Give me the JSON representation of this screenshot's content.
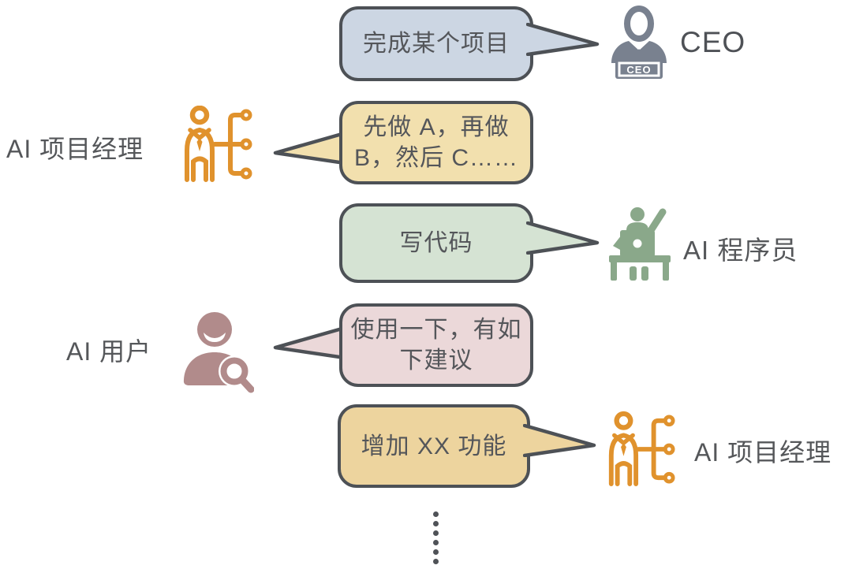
{
  "rows": [
    {
      "bubble": {
        "text": "完成某个项目",
        "fill": "#ccd6e3"
      },
      "actor": {
        "label": "CEO",
        "badge": "CEO",
        "color": "#79818f",
        "icon": "ceo-icon"
      }
    },
    {
      "bubble": {
        "text": "先做 A，再做\nB，然后 C……",
        "fill": "#f2e0ae"
      },
      "actor": {
        "label": "AI 项目经理",
        "color": "#e0922d",
        "icon": "project-manager-icon"
      }
    },
    {
      "bubble": {
        "text": "写代码",
        "fill": "#d5e3d3"
      },
      "actor": {
        "label": "AI 程序员",
        "color": "#8aa88a",
        "icon": "programmer-icon"
      }
    },
    {
      "bubble": {
        "text": "使用一下，有如\n下建议",
        "fill": "#ebd8d9"
      },
      "actor": {
        "label": "AI 用户",
        "color": "#b18b8b",
        "icon": "user-icon"
      }
    },
    {
      "bubble": {
        "text": "增加 XX 功能",
        "fill": "#edd49e"
      },
      "actor": {
        "label": "AI 项目经理",
        "color": "#e0922d",
        "icon": "project-manager-icon"
      }
    }
  ],
  "colors": {
    "outline": "#4d5156",
    "bubble_text": "#54565a",
    "label_text": "#55575a",
    "background": "#ffffff",
    "dots": "#4f5257"
  }
}
